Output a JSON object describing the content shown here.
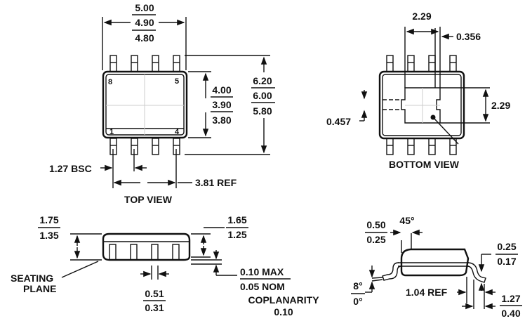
{
  "top_view": {
    "title": "TOP VIEW",
    "length": {
      "max": "5.00",
      "nom": "4.90",
      "min": "4.80"
    },
    "body_width": {
      "max": "4.00",
      "nom": "3.90",
      "min": "3.80"
    },
    "overall_width": {
      "max": "6.20",
      "nom": "6.00",
      "min": "5.80"
    },
    "pitch": "1.27 BSC",
    "span": "3.81 REF",
    "pins": [
      "8",
      "5",
      "1",
      "4"
    ]
  },
  "bottom_view": {
    "title": "BOTTOM VIEW",
    "pad_length": "2.29",
    "pad_width": "2.29",
    "offset": "0.356",
    "slot": "0.457"
  },
  "side_view": {
    "height": {
      "max": "1.75",
      "min": "1.35"
    },
    "body_height": {
      "max": "1.65",
      "min": "1.25"
    },
    "seating_plane": [
      "SEATING",
      "PLANE"
    ],
    "standoff_max": "0.10 MAX",
    "standoff_nom": "0.05 NOM",
    "coplanarity": [
      "COPLANARITY",
      "0.10"
    ],
    "lead_width": {
      "max": "0.51",
      "min": "0.31"
    }
  },
  "end_view": {
    "chamfer": {
      "max": "0.50",
      "min": "0.25"
    },
    "chamfer_angle": "45°",
    "lead_angle": {
      "max": "8°",
      "min": "0°"
    },
    "foot_length": "1.04 REF",
    "lead_thickness": {
      "max": "0.25",
      "min": "0.17"
    },
    "lead_length": {
      "max": "1.27",
      "min": "0.40"
    }
  }
}
